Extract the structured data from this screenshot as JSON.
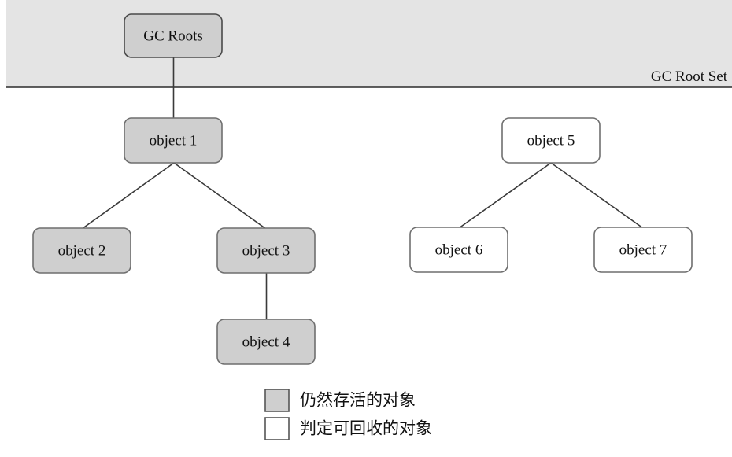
{
  "diagram": {
    "title_label": "GC Root Set",
    "root_band": {
      "label": "GC Root Set",
      "background_color": "#e4e4e4",
      "rule_color": "#2b2b2b"
    },
    "colors": {
      "alive_fill": "#cfcfcf",
      "collectable_fill": "#ffffff",
      "box_stroke": "#6f6f6f",
      "edge_stroke": "#3a3a3a",
      "text": "#111111",
      "page_background": "#ffffff"
    },
    "nodes": [
      {
        "id": "gc-roots",
        "label": "GC Roots",
        "state": "alive"
      },
      {
        "id": "object-1",
        "label": "object 1",
        "state": "alive"
      },
      {
        "id": "object-2",
        "label": "object 2",
        "state": "alive"
      },
      {
        "id": "object-3",
        "label": "object 3",
        "state": "alive"
      },
      {
        "id": "object-4",
        "label": "object 4",
        "state": "alive"
      },
      {
        "id": "object-5",
        "label": "object 5",
        "state": "collectable"
      },
      {
        "id": "object-6",
        "label": "object 6",
        "state": "collectable"
      },
      {
        "id": "object-7",
        "label": "object 7",
        "state": "collectable"
      }
    ],
    "edges": [
      {
        "from": "gc-roots",
        "to": "object-1"
      },
      {
        "from": "object-1",
        "to": "object-2"
      },
      {
        "from": "object-1",
        "to": "object-3"
      },
      {
        "from": "object-3",
        "to": "object-4"
      },
      {
        "from": "object-5",
        "to": "object-6"
      },
      {
        "from": "object-5",
        "to": "object-7"
      }
    ],
    "legend": {
      "items": [
        {
          "swatch": "alive",
          "label": "仍然存活的对象"
        },
        {
          "swatch": "collectable",
          "label": "判定可回收的对象"
        }
      ]
    }
  }
}
